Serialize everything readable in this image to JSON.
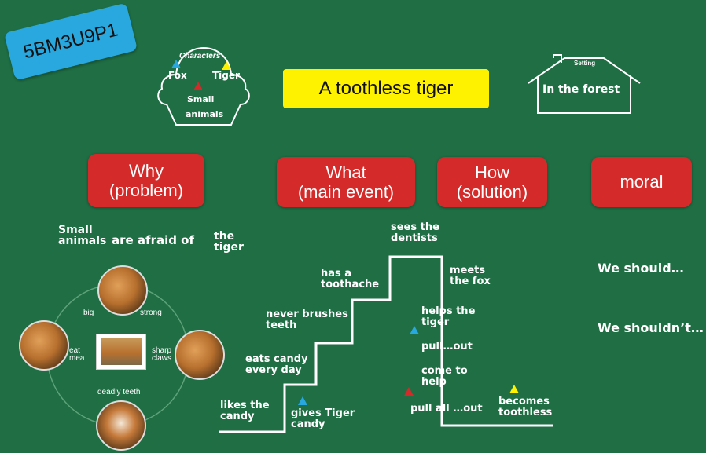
{
  "code": "5BM3U9P1",
  "title": "A toothless tiger",
  "characters": {
    "heading": "Characters",
    "fox": "Fox",
    "tiger": "Tiger",
    "small_animals_1": "Small",
    "small_animals_2": "animals"
  },
  "setting": {
    "heading": "Setting",
    "place": "In the forest"
  },
  "headers": {
    "why_1": "Why",
    "why_2": "(problem)",
    "what_1": "What",
    "what_2": "(main event)",
    "how_1": "How",
    "how_2": "(solution)",
    "moral": "moral"
  },
  "problem": {
    "line1a": "Small",
    "line2a": "animals",
    "line2b": "are afraid of",
    "line2c1": "the",
    "line2c2": "tiger"
  },
  "tiger_features": {
    "big": "big",
    "strong": "strong",
    "eat_meat_1": "eat",
    "eat_meat_2": "mea",
    "sharp_claws_1": "sharp",
    "sharp_claws_2": "claws",
    "deadly_teeth": "deadly teeth"
  },
  "events": {
    "e1_a": "likes    the",
    "e1_b": "candy",
    "e2_a": "eats candy",
    "e2_b": "every day",
    "e3_a": "never  brushes",
    "e3_b": "teeth",
    "e4_a": "has          a",
    "e4_b": "toothache",
    "e5_a": "sees  the",
    "e5_b": "dentists",
    "e6_a": "meets",
    "e6_b": "the fox",
    "g1_a": "gives   Tiger",
    "g1_b": "candy",
    "h1_a": "helps   the",
    "h1_b": "tiger",
    "h2": "pull…out",
    "h3_a": "come      to",
    "h3_b": "help",
    "h4": "pull all …out",
    "end_a": "becomes",
    "end_b": "toothless"
  },
  "moral": {
    "should": "We should…",
    "shouldnt": "We shouldn’t…"
  },
  "colors": {
    "board": "#1f6e44",
    "red": "#d42a2a",
    "yellow": "#fff200",
    "blue": "#29a8e0"
  }
}
